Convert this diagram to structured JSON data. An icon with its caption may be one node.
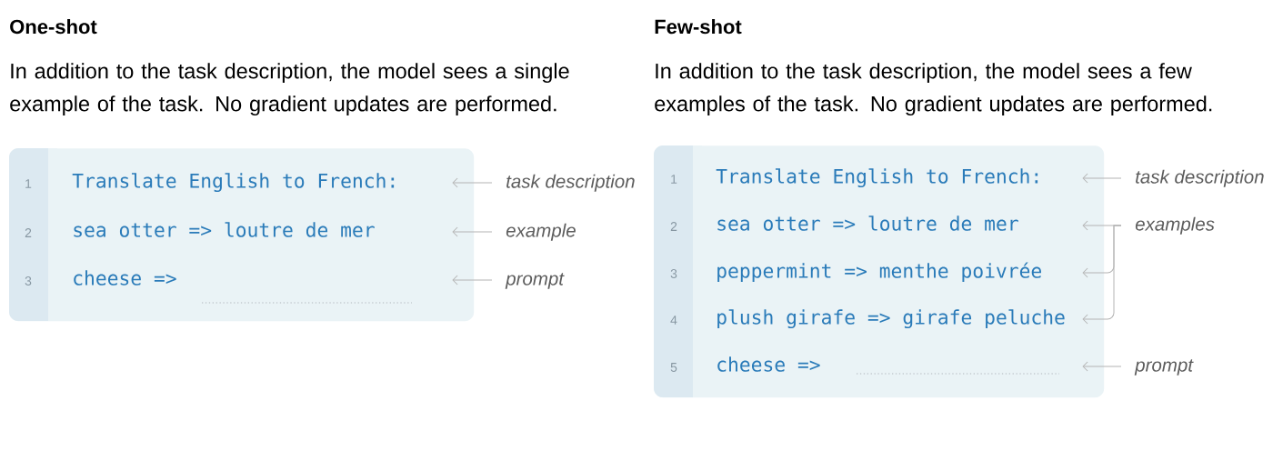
{
  "diagram": {
    "nodes": [
      {
        "text": [
          "Translate English to French:",
          "sea otter => loutre de mer",
          "cheese =>"
        ]
      },
      {
        "text": [
          "task description"
        ]
      },
      {
        "text": [
          "example"
        ]
      },
      {
        "text": [
          "prompt"
        ]
      },
      {
        "text": [
          "Translate English to French:",
          "sea otter => loutre de mer",
          "peppermint => menthe poivrée",
          "plush girafe => girafe peluche",
          "cheese =>"
        ]
      },
      {
        "text": [
          "task description"
        ]
      },
      {
        "text": [
          "examples"
        ]
      },
      {
        "text": [
          "prompt"
        ]
      }
    ],
    "edges": [
      {
        "from": 1,
        "to": 0,
        "arrow": "to"
      },
      {
        "from": 2,
        "to": 0,
        "arrow": "to"
      },
      {
        "from": 3,
        "to": 0,
        "arrow": "to"
      },
      {
        "from": 5,
        "to": 4,
        "arrow": "to"
      },
      {
        "from": 6,
        "to": 4,
        "arrow": "to"
      },
      {
        "from": 6,
        "to": 4,
        "arrow": "to"
      },
      {
        "from": 6,
        "to": 4,
        "arrow": "to"
      },
      {
        "from": 7,
        "to": 4,
        "arrow": "to"
      }
    ],
    "labels": [
      "One-shot",
      "In addition to the task description, the model sees a single example of the task. No gradient updates are performed.",
      "1",
      "2",
      "3",
      "Few-shot",
      "In addition to the task description, the model sees a few examples of the task. No gradient updates are performed.",
      "1",
      "2",
      "3",
      "4",
      "5"
    ]
  }
}
